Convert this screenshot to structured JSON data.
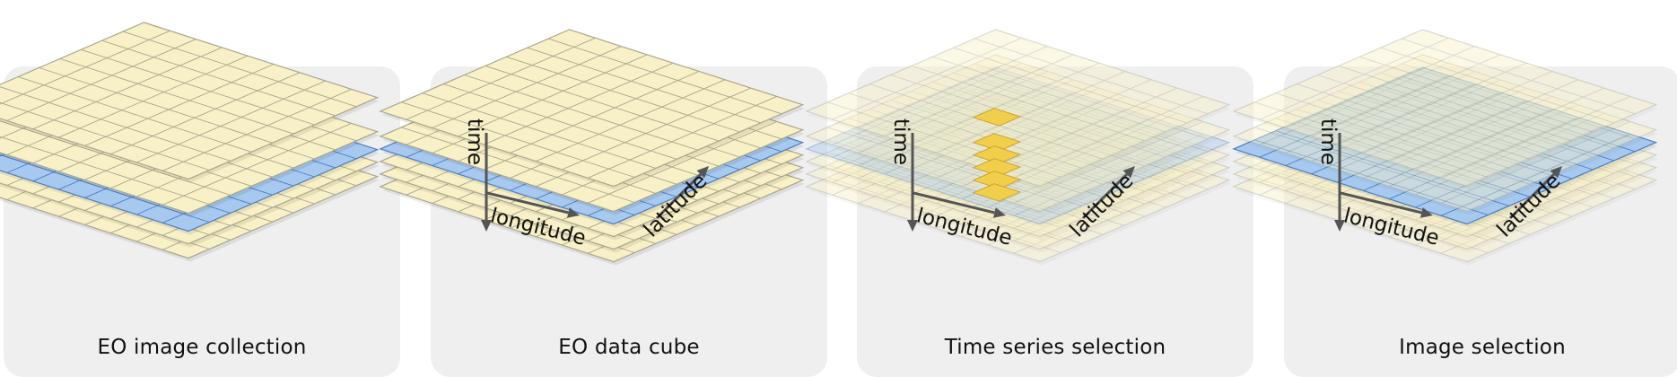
{
  "panels": [
    {
      "caption": "EO image collection",
      "variant": "collection",
      "axes": null
    },
    {
      "caption": "EO data cube",
      "variant": "cube",
      "axes": {
        "time": "time",
        "longitude": "longitude",
        "latitude": "latitude"
      }
    },
    {
      "caption": "Time series selection",
      "variant": "timeseries",
      "axes": {
        "time": "time",
        "longitude": "longitude",
        "latitude": "latitude"
      }
    },
    {
      "caption": "Image selection",
      "variant": "image",
      "axes": {
        "time": "time",
        "longitude": "longitude",
        "latitude": "latitude"
      }
    }
  ],
  "colors": {
    "panel_bg": "#efefef",
    "layer_fill": "#f8f0c6",
    "layer_stroke": "#a9a68d",
    "selected_fill": "#a7c9ef",
    "selected_stroke": "#4a7fc0",
    "highlight_cell": "#f2cf4a",
    "arrow": "#555555"
  }
}
